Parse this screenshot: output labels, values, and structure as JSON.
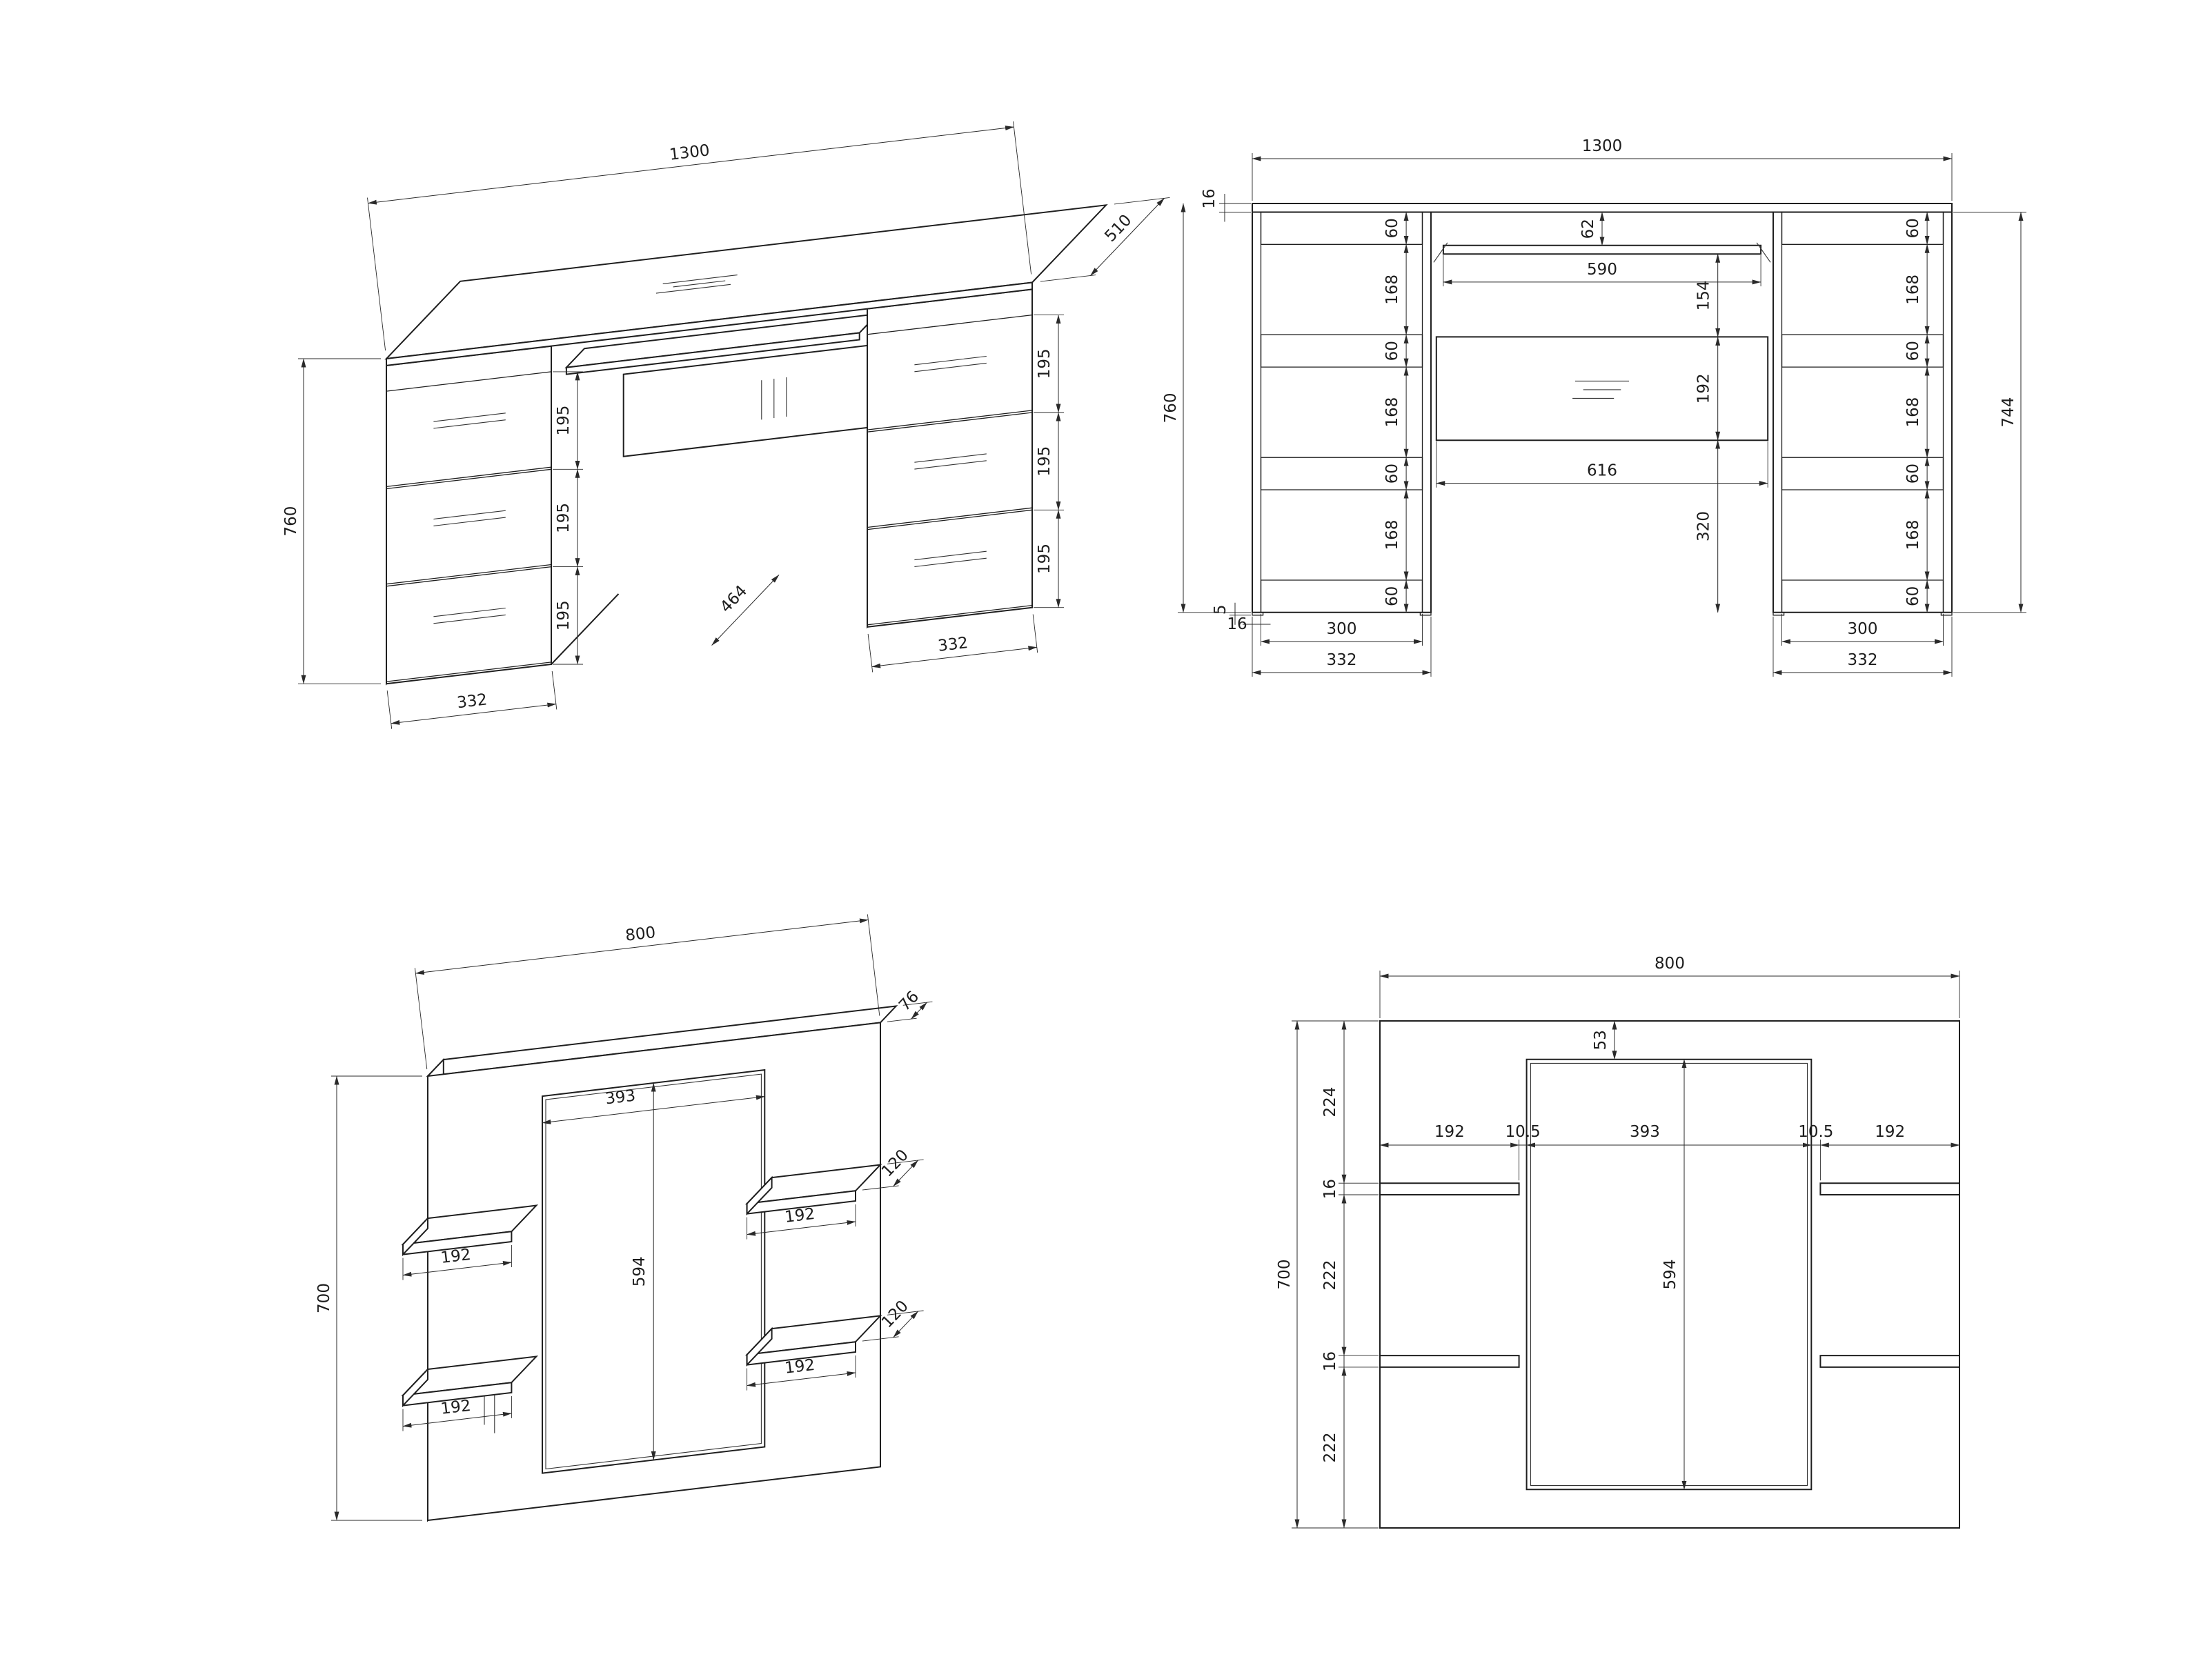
{
  "drawing": {
    "background": "#ffffff",
    "line_color": "#1f1f1f",
    "views": {
      "desk_iso": {
        "name": "desk isometric view",
        "dims": {
          "width": "1300",
          "depth": "510",
          "height": "760",
          "pedestal_depth": "464",
          "pedestal_width_left": "332",
          "pedestal_width_right": "332",
          "drawer_fronts_left": [
            "195",
            "195",
            "195"
          ],
          "drawer_fronts_right": [
            "195",
            "195",
            "195"
          ]
        }
      },
      "desk_front": {
        "name": "desk front elevation",
        "dims": {
          "overall_width": "1300",
          "top_thickness": "16",
          "overall_height": "760",
          "carcass_height": "744",
          "left_pedestal_chain": [
            "60",
            "168",
            "60",
            "168",
            "60",
            "168",
            "60"
          ],
          "right_pedestal_chain": [
            "60",
            "168",
            "60",
            "168",
            "60",
            "168",
            "60"
          ],
          "tray_gap": "62",
          "tray_width": "590",
          "tray_to_panel": "154",
          "back_panel_height": "192",
          "back_panel_width": "616",
          "panel_to_floor": "320",
          "foot_height": "5",
          "side_panel_thickness": "16",
          "inner_width_left": "300",
          "outer_width_left": "332",
          "inner_width_right": "300",
          "outer_width_right": "332"
        }
      },
      "shelf_iso": {
        "name": "wall shelf unit isometric view",
        "dims": {
          "width": "800",
          "depth": "76",
          "height": "700",
          "mirror_width": "393",
          "mirror_height": "594",
          "shelf_right_top_depth": "120",
          "shelf_right_top_width": "192",
          "shelf_right_bottom_depth": "120",
          "shelf_right_bottom_width": "192",
          "shelf_left_top_width": "192",
          "shelf_left_bottom_width": "192"
        }
      },
      "shelf_front": {
        "name": "wall shelf unit front elevation",
        "dims": {
          "overall_width": "800",
          "overall_height": "700",
          "mirror_top_margin": "53",
          "mirror_height": "594",
          "left_chain": [
            "224",
            "16",
            "222",
            "16",
            "222"
          ],
          "width_chain": [
            "192",
            "10.5",
            "393",
            "10.5",
            "192"
          ]
        }
      }
    }
  }
}
